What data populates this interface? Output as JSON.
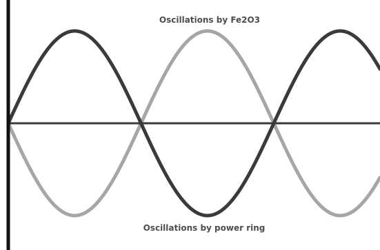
{
  "labels": {
    "top": "Oscillations by Fe2O3",
    "bottom": "Oscillations by power ring"
  },
  "waves": {
    "fe2o3": {
      "color": "#3a3a3a",
      "phase_sign": 1
    },
    "power_ring": {
      "color": "#a6a6a6",
      "phase_sign": -1
    }
  },
  "colors": {
    "axis": "#3a3a3a",
    "label_text": "#4d4d4d",
    "background": "#ffffff"
  }
}
